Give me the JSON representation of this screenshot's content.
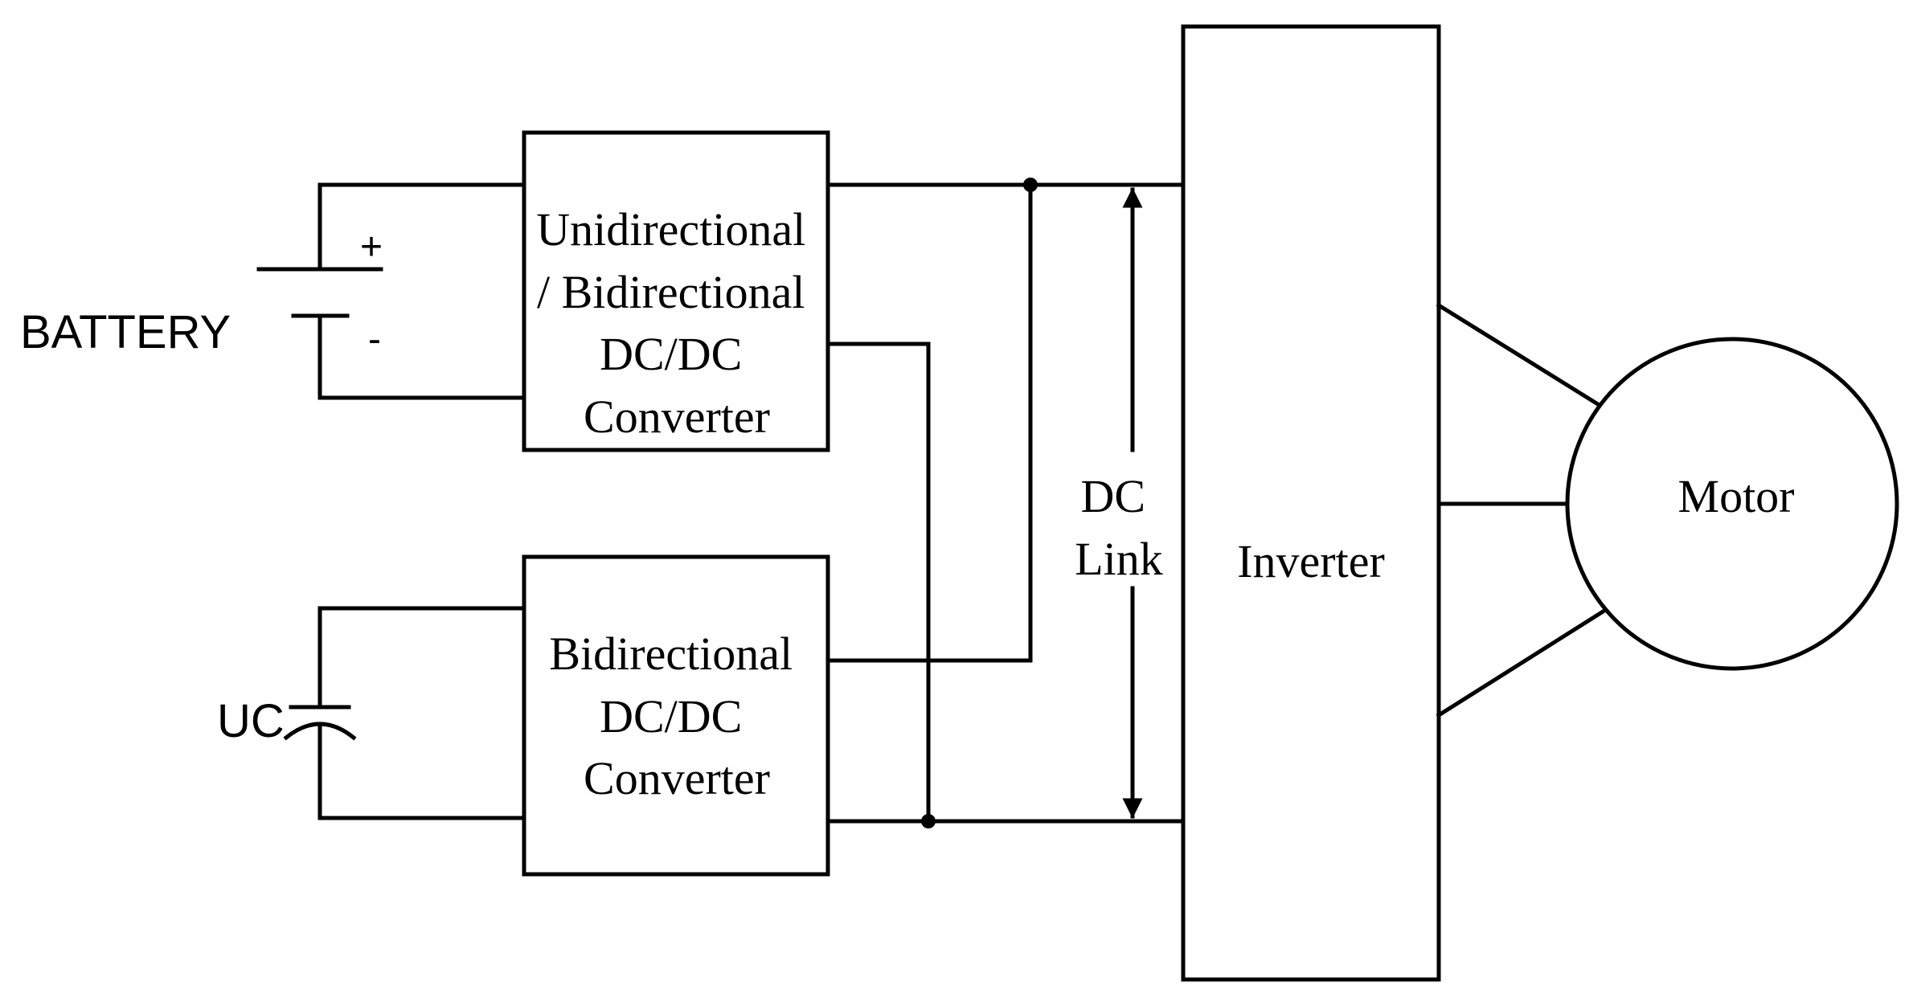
{
  "battery": {
    "label": "BATTERY",
    "plus": "+",
    "minus": "-"
  },
  "uc": {
    "label": "UC"
  },
  "converter_top": {
    "lines": [
      "Unidirectional",
      "/ Bidirectional",
      "DC/DC",
      "Converter"
    ]
  },
  "converter_bottom": {
    "lines": [
      "Bidirectional",
      "DC/DC",
      "Converter"
    ]
  },
  "dc_link": {
    "lines": [
      "DC",
      "Link"
    ]
  },
  "inverter": {
    "label": "Inverter"
  },
  "motor": {
    "label": "Motor"
  }
}
